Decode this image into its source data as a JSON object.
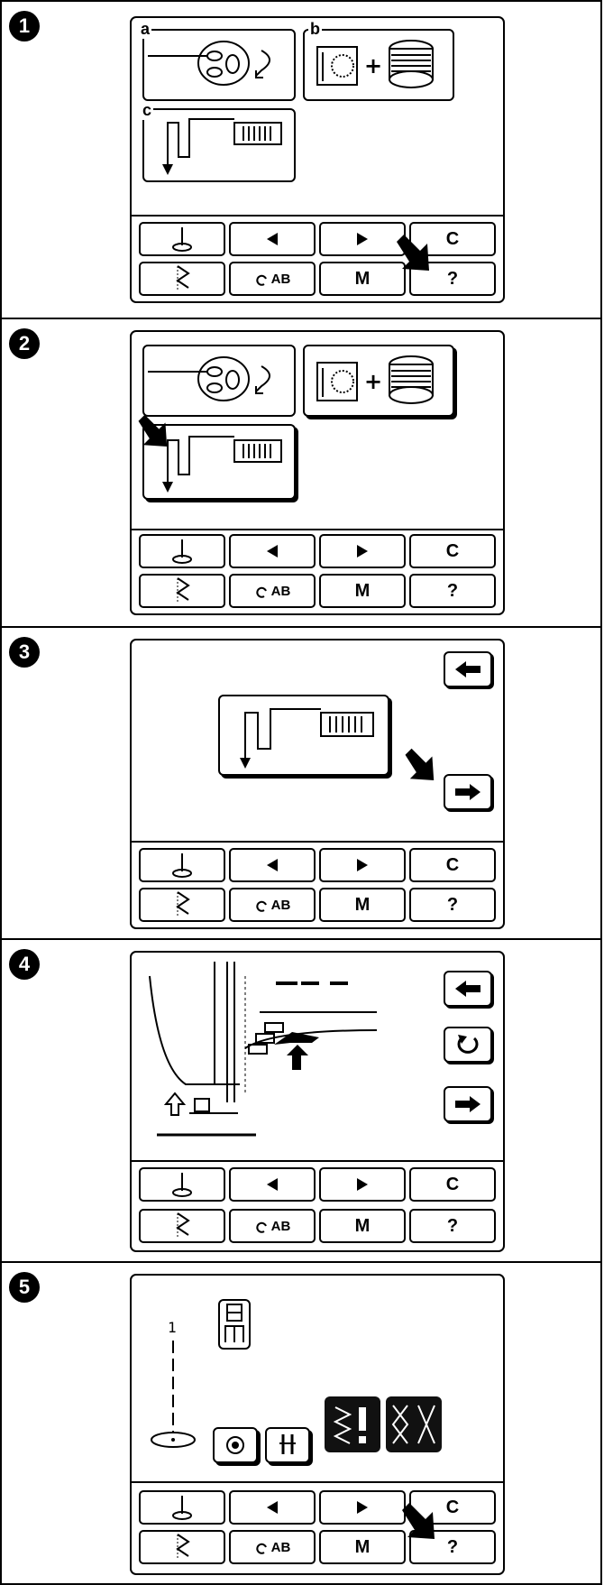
{
  "steps": [
    {
      "label": "1"
    },
    {
      "label": "2"
    },
    {
      "label": "3"
    },
    {
      "label": "4"
    },
    {
      "label": "5"
    }
  ],
  "sub_labels": {
    "a": "a",
    "b": "b",
    "c": "c"
  },
  "buttons": {
    "clear_label": "C",
    "memory_label": "M",
    "help_label": "?",
    "ab_label": "AB"
  },
  "step5": {
    "stitch_length": "1"
  },
  "icons": {
    "needle": "needle-position-icon",
    "left": "arrow-left-icon",
    "right": "arrow-right-icon",
    "zigzag": "zigzag-icon",
    "ab": "ab-lettering-icon",
    "help": "help-icon"
  }
}
